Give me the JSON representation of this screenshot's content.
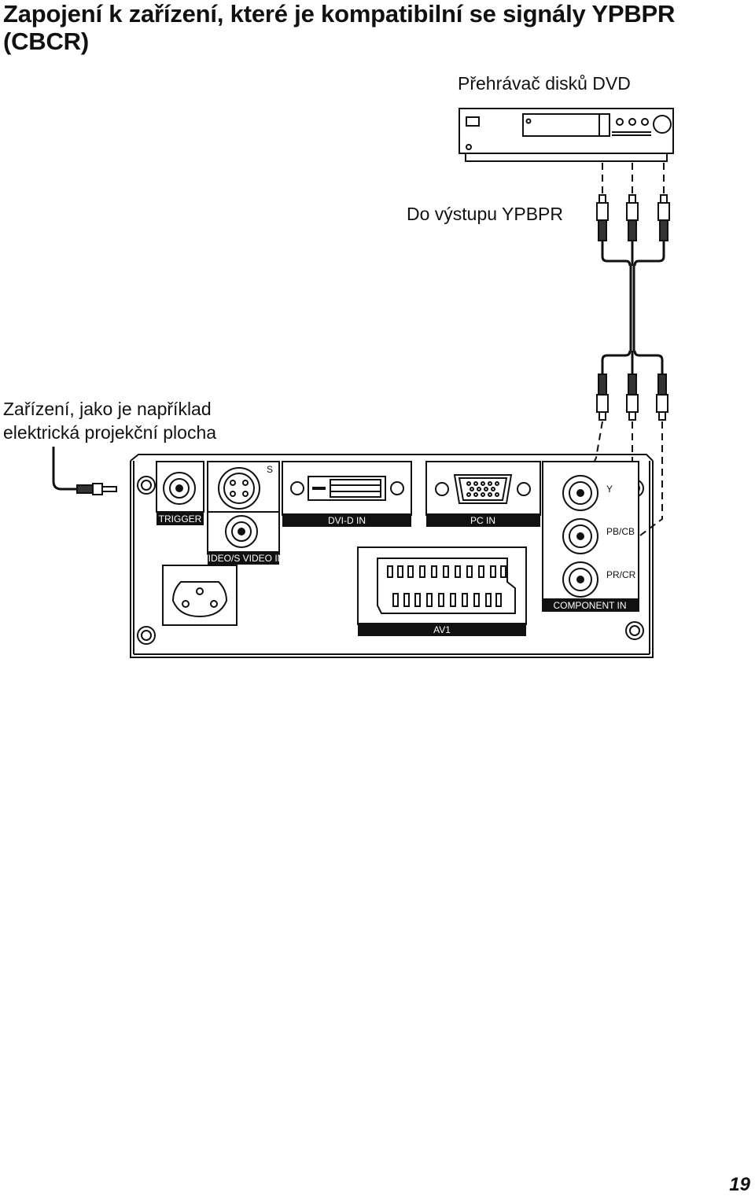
{
  "title": "Zapojení k zařízení, které je kompatibilní se signály YPBPR (CBCR)",
  "labels": {
    "dvd_player": "Přehrávač disků DVD",
    "to_output": "Do výstupu YPBPR",
    "device_line1": "Zařízení, jako je například",
    "device_line2": "elektrická projekční plocha"
  },
  "panel": {
    "s_label": "S",
    "trigger": "TRIGGER",
    "video_svideo_in": "VIDEO/S VIDEO IN",
    "dvi_d_in": "DVI-D IN",
    "pc_in": "PC IN",
    "y": "Y",
    "pb_cb": "PB/CB",
    "pr_cr": "PR/CR",
    "component_in": "COMPONENT IN",
    "av1": "AV1"
  },
  "page_number": "19"
}
